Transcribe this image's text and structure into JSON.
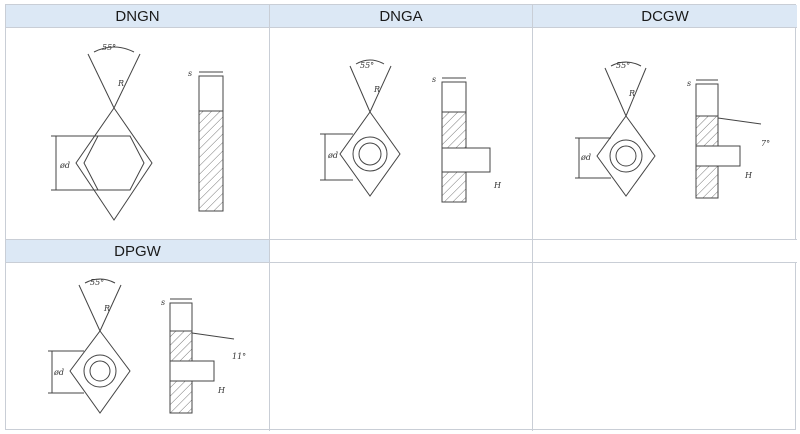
{
  "headers": [
    "DNGN",
    "DNGA",
    "DCGW",
    "DPGW",
    "",
    ""
  ],
  "labels": {
    "angle": "55°",
    "radius": "R",
    "diameter": "ød",
    "thickness": "s",
    "hole": "H",
    "relief7": "7°",
    "relief11": "11°"
  }
}
